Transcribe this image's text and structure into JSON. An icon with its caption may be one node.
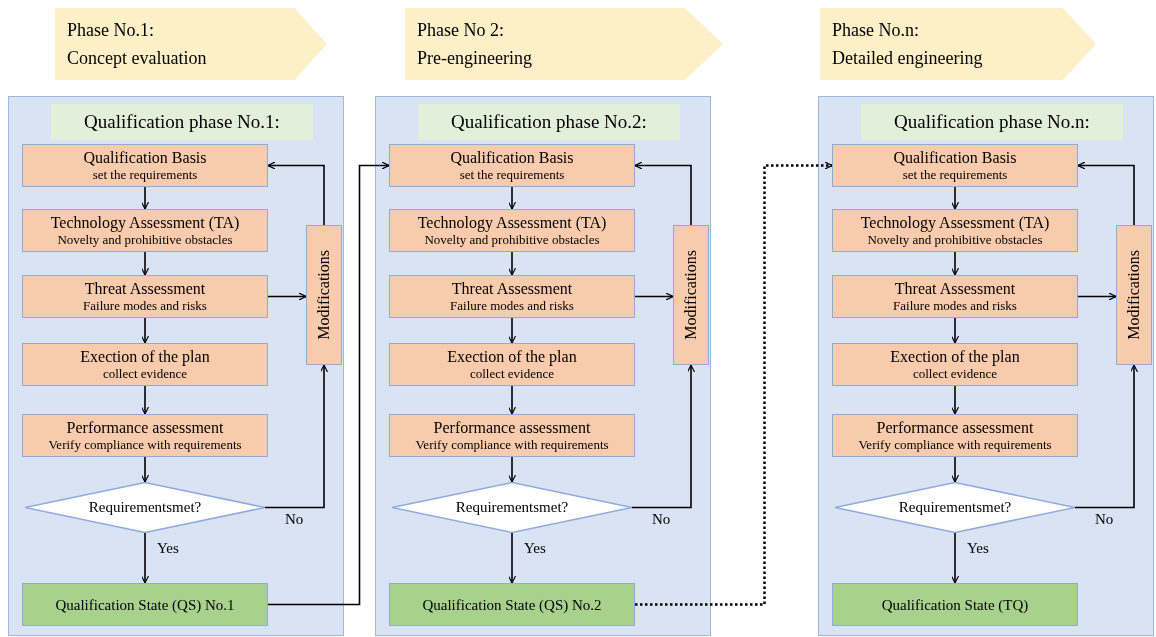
{
  "diagram": {
    "nodes": [
      {
        "text": [
          "Phase No.1:",
          "Concept evaluation"
        ]
      },
      {
        "text": [
          "Phase No 2:",
          "Pre-engineering"
        ]
      },
      {
        "text": [
          "Phase No.n:",
          "Detailed engineering"
        ]
      },
      {
        "text": [
          "Qualification phase No.1:"
        ]
      },
      {
        "text": [
          "Qualification Basis",
          "set the requirements"
        ],
        "in": 3
      },
      {
        "text": [
          "Technology Assessment (TA)",
          "Novelty and prohibitive obstacles"
        ],
        "in": 3
      },
      {
        "text": [
          "Threat Assessment",
          "Failure modes and risks"
        ],
        "in": 3
      },
      {
        "text": [
          "Exection of the plan",
          "collect evidence"
        ],
        "in": 3
      },
      {
        "text": [
          "Performance assessment",
          "Verify compliance with requirements"
        ],
        "in": 3
      },
      {
        "text": [
          "Requirementsmet?"
        ],
        "in": 3
      },
      {
        "text": [
          "Qualification State (QS) No.1"
        ],
        "in": 3
      },
      {
        "text": [
          "Modifications"
        ],
        "in": 3
      },
      {
        "text": [
          "Qualification phase No.2:"
        ]
      },
      {
        "text": [
          "Qualification Basis",
          "set the requirements"
        ],
        "in": 12
      },
      {
        "text": [
          "Technology Assessment (TA)",
          "Novelty and prohibitive obstacles"
        ],
        "in": 12
      },
      {
        "text": [
          "Threat Assessment",
          "Failure modes and risks"
        ],
        "in": 12
      },
      {
        "text": [
          "Exection of the plan",
          "collect evidence"
        ],
        "in": 12
      },
      {
        "text": [
          "Performance assessment",
          "Verify compliance with requirements"
        ],
        "in": 12
      },
      {
        "text": [
          "Requirementsmet?"
        ],
        "in": 12
      },
      {
        "text": [
          "Qualification State (QS) No.2"
        ],
        "in": 12
      },
      {
        "text": [
          "Modifications"
        ],
        "in": 12
      },
      {
        "text": [
          "Qualification phase No.n:"
        ]
      },
      {
        "text": [
          "Qualification Basis",
          "set the requirements"
        ],
        "in": 21
      },
      {
        "text": [
          "Technology Assessment (TA)",
          "Novelty and prohibitive obstacles"
        ],
        "in": 21
      },
      {
        "text": [
          "Threat Assessment",
          "Failure modes and risks"
        ],
        "in": 21
      },
      {
        "text": [
          "Exection of the plan",
          "collect evidence"
        ],
        "in": 21
      },
      {
        "text": [
          "Performance assessment",
          "Verify compliance with requirements"
        ],
        "in": 21
      },
      {
        "text": [
          "Requirementsmet?"
        ],
        "in": 21
      },
      {
        "text": [
          "Qualification State (TQ)"
        ],
        "in": 21
      },
      {
        "text": [
          "Modifications"
        ],
        "in": 21
      }
    ],
    "edges": [
      {
        "from": 4,
        "to": 5,
        "arrow": "to"
      },
      {
        "from": 5,
        "to": 6,
        "arrow": "to"
      },
      {
        "from": 6,
        "to": 7,
        "arrow": "to"
      },
      {
        "from": 7,
        "to": 8,
        "arrow": "to"
      },
      {
        "from": 8,
        "to": 9,
        "arrow": "to"
      },
      {
        "from": 9,
        "to": 10,
        "arrow": "to",
        "label": "Yes"
      },
      {
        "from": 9,
        "to": 11,
        "arrow": "to",
        "label": "No"
      },
      {
        "from": 6,
        "to": 11,
        "arrow": "to"
      },
      {
        "from": 11,
        "to": 4,
        "arrow": "to"
      },
      {
        "from": 13,
        "to": 14,
        "arrow": "to"
      },
      {
        "from": 14,
        "to": 15,
        "arrow": "to"
      },
      {
        "from": 15,
        "to": 16,
        "arrow": "to"
      },
      {
        "from": 16,
        "to": 17,
        "arrow": "to"
      },
      {
        "from": 17,
        "to": 18,
        "arrow": "to"
      },
      {
        "from": 18,
        "to": 19,
        "arrow": "to",
        "label": "Yes"
      },
      {
        "from": 18,
        "to": 20,
        "arrow": "to",
        "label": "No"
      },
      {
        "from": 15,
        "to": 20,
        "arrow": "to"
      },
      {
        "from": 20,
        "to": 13,
        "arrow": "to"
      },
      {
        "from": 22,
        "to": 23,
        "arrow": "to"
      },
      {
        "from": 23,
        "to": 24,
        "arrow": "to"
      },
      {
        "from": 24,
        "to": 25,
        "arrow": "to"
      },
      {
        "from": 25,
        "to": 26,
        "arrow": "to"
      },
      {
        "from": 26,
        "to": 27,
        "arrow": "to"
      },
      {
        "from": 27,
        "to": 28,
        "arrow": "to",
        "label": "Yes"
      },
      {
        "from": 27,
        "to": 29,
        "arrow": "to",
        "label": "No"
      },
      {
        "from": 24,
        "to": 29,
        "arrow": "to"
      },
      {
        "from": 29,
        "to": 22,
        "arrow": "to"
      },
      {
        "from": 10,
        "to": 13,
        "arrow": "to"
      },
      {
        "from": 19,
        "to": 22,
        "arrow": "to",
        "style": "dashed"
      }
    ]
  }
}
